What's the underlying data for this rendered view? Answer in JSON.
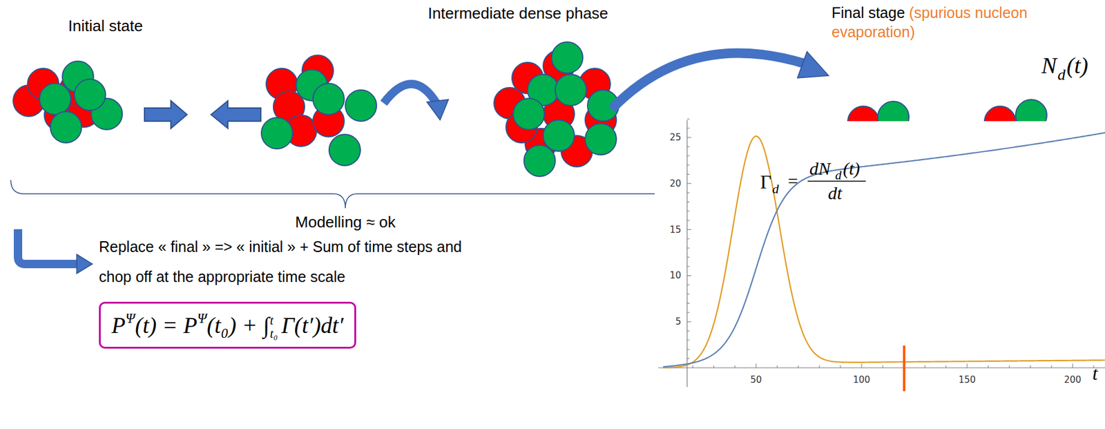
{
  "diagram": {
    "nodes": [
      {
        "text": [
          "P",
          "Ψ",
          "(t) = P",
          "Ψ",
          "(t₀) + ∫",
          "t",
          "t₀",
          "Γ(t′)dt′"
        ]
      }
    ],
    "labels": [
      "Initial state",
      "Intermediate dense phase",
      "Final stage",
      "(spurious nucleon evaporation)",
      "Modelling ≈ ok",
      "Replace « final » => « initial » + Sum of time steps and chop off at the appropriate time scale",
      "25",
      "20",
      "15",
      "10",
      "5",
      "50",
      "100",
      "150",
      "200",
      "N",
      "d",
      "(t)",
      "Γ",
      "d",
      "=",
      "dN",
      "d",
      "(t)",
      "dt",
      "t"
    ]
  }
}
